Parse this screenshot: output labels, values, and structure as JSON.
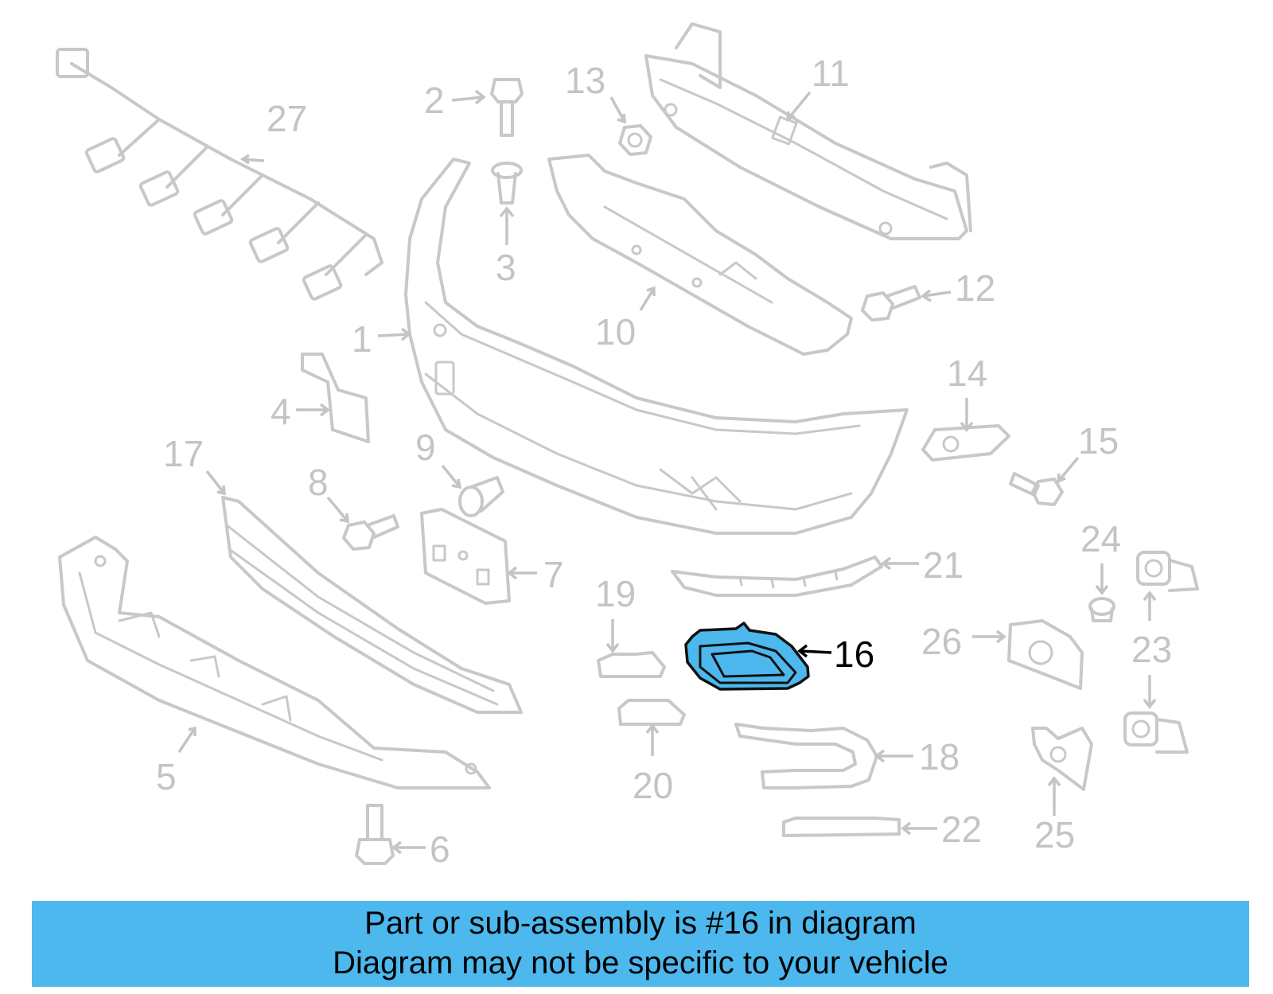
{
  "diagram": {
    "highlighted_part": "16",
    "callouts": [
      "1",
      "2",
      "3",
      "4",
      "5",
      "6",
      "7",
      "8",
      "9",
      "10",
      "11",
      "12",
      "13",
      "14",
      "15",
      "16",
      "17",
      "18",
      "19",
      "20",
      "21",
      "22",
      "23",
      "24",
      "25",
      "26",
      "27"
    ],
    "highlight_color": "#4cb8ee",
    "part_line_color": "#c8c8c8",
    "label_color": "#c4c4c4"
  },
  "banner": {
    "line1": "Part or sub-assembly is #16 in diagram",
    "line2": "Diagram may not be specific to your vehicle"
  }
}
